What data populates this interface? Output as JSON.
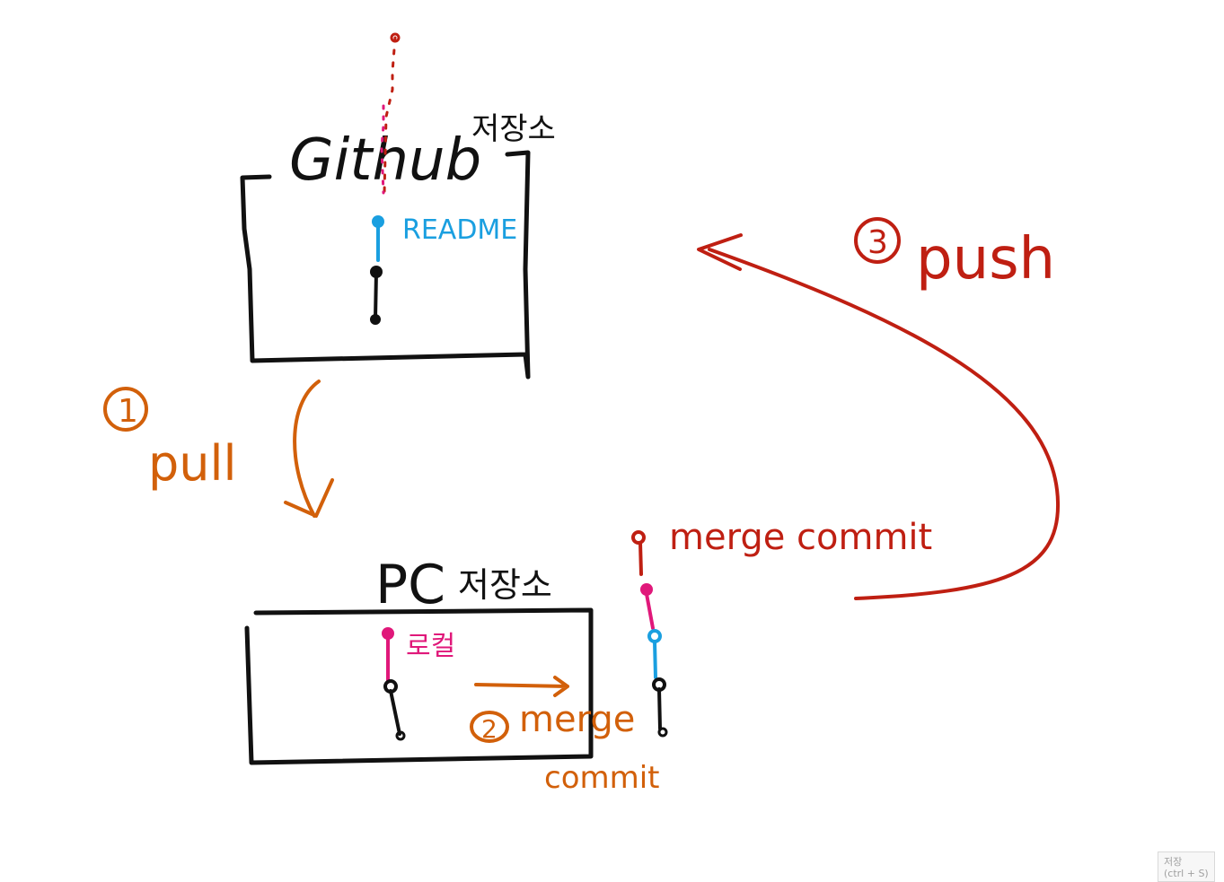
{
  "colors": {
    "black": "#111111",
    "blue": "#1a9fe0",
    "pink": "#e0187a",
    "orange": "#d2600a",
    "red": "#bf1f12"
  },
  "github": {
    "title": "Github",
    "suffix": "저장소",
    "readme_label": "README"
  },
  "pull": {
    "step": "1",
    "label": "pull"
  },
  "pc": {
    "title": "PC",
    "suffix": "저장소",
    "local_label": "로컬"
  },
  "merge": {
    "step": "2",
    "label": "merge",
    "commit_label": "commit"
  },
  "merge_commit_label": "merge commit",
  "push": {
    "step": "3",
    "label": "push"
  },
  "save_button": {
    "label": "저장",
    "shortcut": "(ctrl + S)"
  }
}
